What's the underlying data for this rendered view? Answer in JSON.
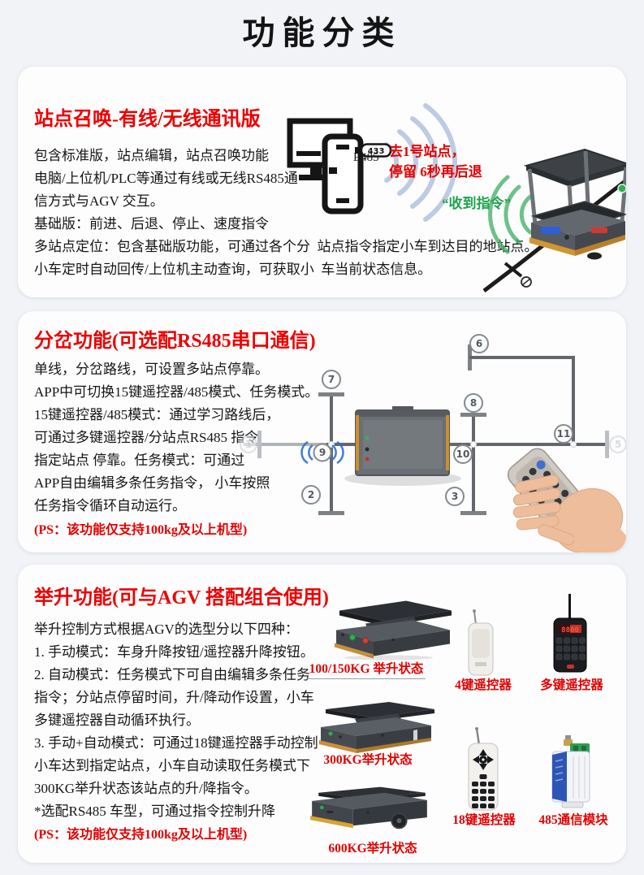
{
  "page": {
    "title": "功能分类"
  },
  "colors": {
    "accent_red": "#ee0000",
    "reply_green": "#1fa24d",
    "signal_blue": "#2f6fd6",
    "bumper_orange": "#cd8f2e"
  },
  "card1": {
    "title": "站点召唤-有线/无线通讯版",
    "lines": [
      "包含标准版，站点编辑，站点召唤功能",
      "电脑/上位机/PLC等通过有线或无线RS485通",
      "信方式与AGV 交互。",
      "基础版：前进、后退、停止、速度指令",
      "多站点定位：包含基础版功能，可通过各个分  站点指令指定小车到达目的地站点。",
      "小车定时自动回传/上位机主动查询，可获取小  车当前状态信息。"
    ],
    "dongle": {
      "label": "433",
      "sub": "E485"
    },
    "command_line1": "去1号站点，",
    "command_line2": "停留 6秒再后退",
    "reply": "“收到指令”"
  },
  "card2": {
    "title": "分岔功能(可选配RS485串口通信)",
    "lines": [
      "单线，分岔路线，可设置多站点停靠。",
      "APP中可切换15键遥控器/485模式、任务模式。",
      "15键遥控器/485模式：通过学习路线后，",
      "可通过多键遥控器/分站点RS485 指令",
      "指定站点 停靠。任务模式：可通过",
      "APP自由编辑多条任务指令， 小车按照",
      "任务指令循环自动运行。"
    ],
    "ps": "(PS：该功能仅支持100kg及以上机型)",
    "stations": {
      "n1": "1",
      "n2": "2",
      "n3": "3",
      "n5": "5",
      "n6": "6",
      "n7": "7",
      "n8": "8",
      "n9": "9",
      "n10": "10",
      "n11": "11"
    }
  },
  "card3": {
    "title": "举升功能(可与AGV 搭配组合使用)",
    "lines": [
      "举升控制方式根据AGV的选型分以下四种：",
      "1. 手动模式：车身升降按钮/遥控器升降按钮。",
      "2. 自动模式：任务模式下可自由编辑多条任务",
      "指令；分站点停留时间，升/降动作设置，小车",
      "多键遥控器自动循环执行。",
      "3. 手动+自动模式：可通过18键遥控器手动控制",
      "小车达到指定站点，小车自动读取任务模式下",
      "300KG举升状态该站点的升/降指令。",
      "*选配RS485 车型，可通过指令控制升降"
    ],
    "ps": "(PS：该功能仅支持100kg及以上机型)",
    "display_digits": "8800",
    "labels": {
      "lift1": "100/150KG 举升状态",
      "lift2": "300KG举升状态",
      "lift3": "600KG举升状态",
      "remote4": "4键遥控器",
      "remoteMulti": "多键遥控器",
      "remote18": "18键遥控器",
      "module485": "485通信模块"
    }
  }
}
